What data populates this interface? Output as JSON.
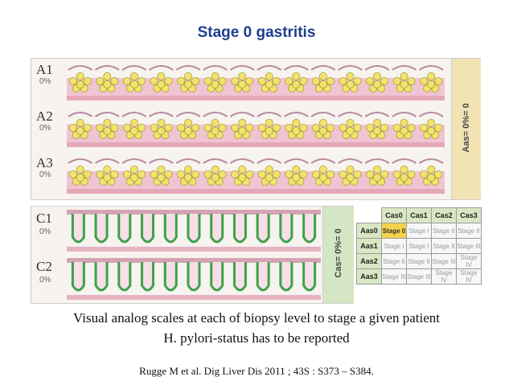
{
  "title": "Stage 0 gastritis",
  "antrum": {
    "rows": [
      {
        "label": "A1",
        "pct": "0%"
      },
      {
        "label": "A2",
        "pct": "0%"
      },
      {
        "label": "A3",
        "pct": "0%"
      }
    ],
    "side_label": "Aas= 0%= 0"
  },
  "corpus": {
    "rows": [
      {
        "label": "C1",
        "pct": "0%"
      },
      {
        "label": "C2",
        "pct": "0%"
      }
    ],
    "side_label": "Cas= 0%= 0"
  },
  "stage_table": {
    "col_headers": [
      "Cas0",
      "Cas1",
      "Cas2",
      "Cas3"
    ],
    "rows": [
      {
        "header": "Aas0",
        "cells": [
          "Stage 0",
          "Stage I",
          "Stage II",
          "Stage II"
        ]
      },
      {
        "header": "Aas1",
        "cells": [
          "Stage I",
          "Stage I",
          "Stage II",
          "Stage III"
        ]
      },
      {
        "header": "Aas2",
        "cells": [
          "Stage II",
          "Stage II",
          "Stage III",
          "Stage IV"
        ]
      },
      {
        "header": "Aas3",
        "cells": [
          "Stage III",
          "Stage III",
          "Stage IV",
          "Stage IV"
        ]
      }
    ],
    "highlight_color": "#f3d34a"
  },
  "caption_line1": "Visual analog scales at each of biopsy level to stage a given patient",
  "caption_line2": "H. pylori-status has to be reported",
  "reference": "Rugge M et al. Dig Liver Dis 2011 ; 43S : S373 – S384."
}
